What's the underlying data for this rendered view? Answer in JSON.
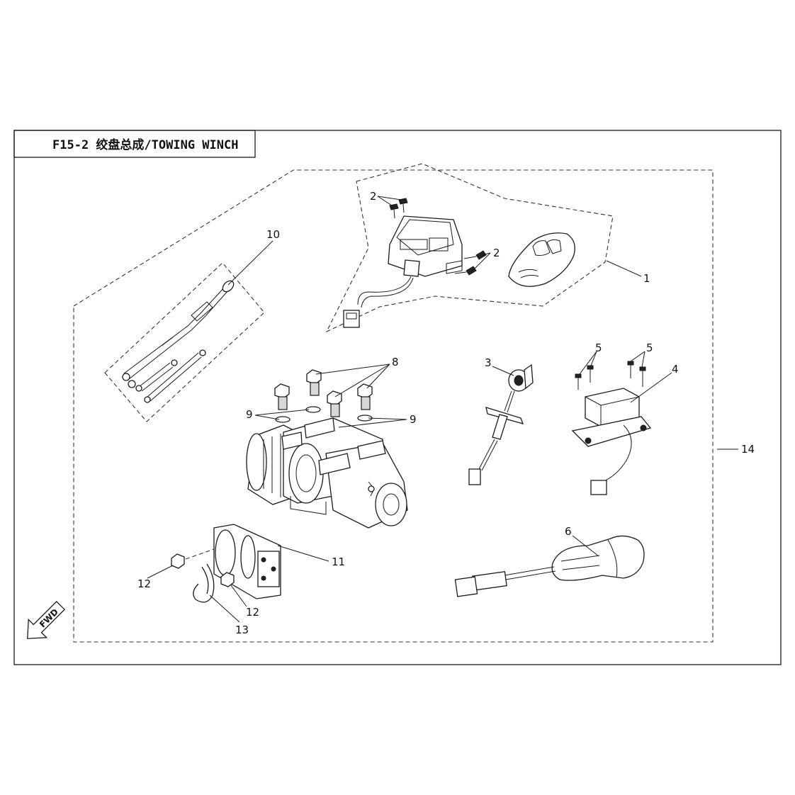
{
  "title": "F15-2 绞盘总成/TOWING WINCH",
  "fwd_label": "FWD",
  "callouts": {
    "c1": "1",
    "c2a": "2",
    "c2b": "2",
    "c3": "3",
    "c4": "4",
    "c5a": "5",
    "c5b": "5",
    "c6": "6",
    "c8": "8",
    "c9a": "9",
    "c9b": "9",
    "c10": "10",
    "c11": "11",
    "c12a": "12",
    "c12b": "12",
    "c13": "13",
    "c14": "14"
  }
}
